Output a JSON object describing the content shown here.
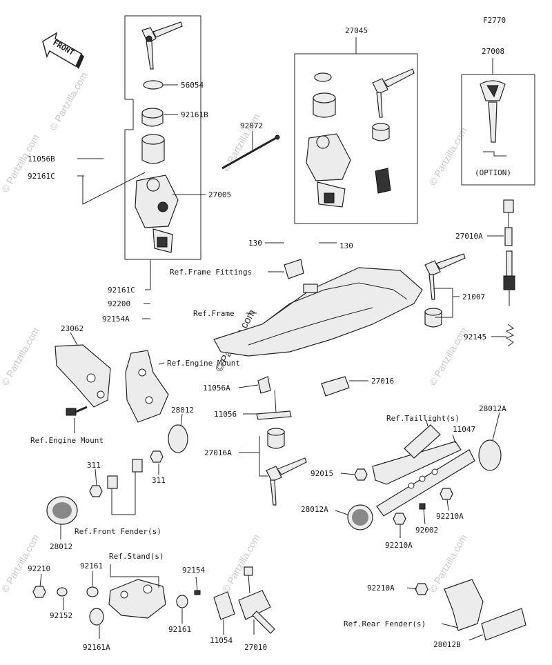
{
  "figure_code": "F2770",
  "front_arrow_label": "FRONT",
  "option_note": "(OPTION)",
  "watermark": "© Partzilla.com",
  "labels": {
    "p56054": "56054",
    "p92161B": "92161B",
    "p11056B": "11056B",
    "p92161C_top": "92161C",
    "p27005": "27005",
    "p92161C_mid": "92161C",
    "p92200": "92200",
    "p92154A": "92154A",
    "p27045": "27045",
    "p92072": "92072",
    "p27008": "27008",
    "p27010A": "27010A",
    "p130_left": "130",
    "p130_right": "130",
    "ref_frame_fittings": "Ref.Frame Fittings",
    "ref_frame": "Ref.Frame",
    "p21007": "21007",
    "p92145": "92145",
    "p23062": "23062",
    "ref_engine_mount_top": "Ref.Engine Mount",
    "p11056A": "11056A",
    "p27016": "27016",
    "p11056": "11056",
    "ref_engine_mount_bottom": "Ref.Engine Mount",
    "p28012_right": "28012",
    "p28012A_top": "28012A",
    "ref_taillight": "Ref.Taillight(s)",
    "p11047": "11047",
    "p27016A": "27016A",
    "p311_left": "311",
    "p311_right": "311",
    "p92015": "92015",
    "p28012A_left": "28012A",
    "p92210A_mid": "92210A",
    "p92002": "92002",
    "p92210A_low": "92210A",
    "ref_front_fender": "Ref.Front Fender(s)",
    "p28012_left": "28012",
    "ref_stand": "Ref.Stand(s)",
    "p92210": "92210",
    "p92161": "92161",
    "p92154": "92154",
    "p92152": "92152",
    "p92161_bottom": "92161",
    "p11054": "11054",
    "p27010": "27010",
    "p92161A": "92161A",
    "p92210A_rear": "92210A",
    "ref_rear_fender": "Ref.Rear Fender(s)",
    "p28012B": "28012B"
  }
}
